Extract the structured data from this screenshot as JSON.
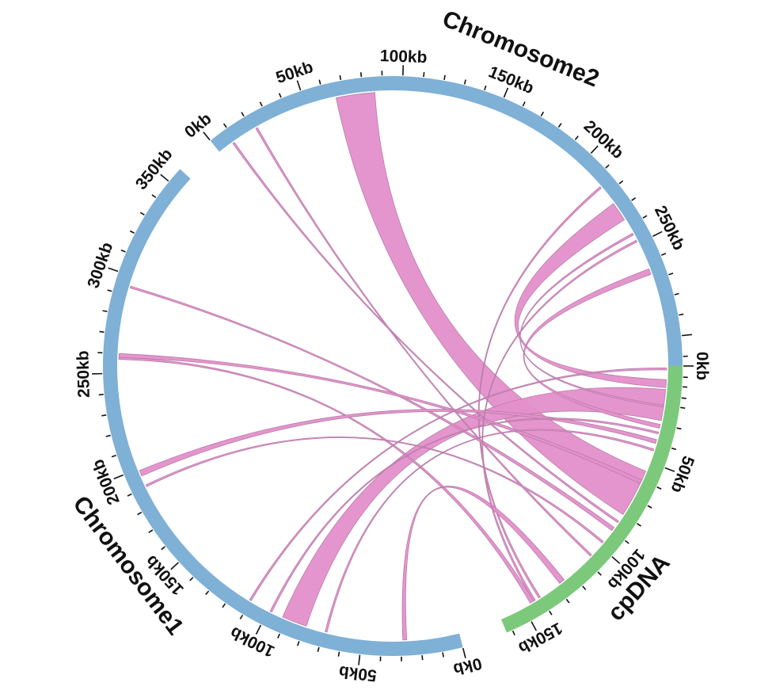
{
  "chart_data": {
    "type": "circos",
    "title": "",
    "center": [
      496,
      462
    ],
    "outer_radius": 366,
    "band_width": 18,
    "degrees_per_kb": 0.41,
    "tick_minor_kb": 10,
    "tick_major_kb": 50,
    "link_color": "#e48fca",
    "segments": [
      {
        "name": "Chromosome2",
        "start_angle": 321,
        "length_kb": 330,
        "color": "#7fb0d6",
        "labels": [
          "0kb",
          "50kb",
          "100kb",
          "150kb",
          "200kb",
          "250kb"
        ]
      },
      {
        "name": "cpDNA",
        "start_angle": 90,
        "length_kb": 163,
        "color": "#7cc97c",
        "labels": [
          "0kb",
          "50kb",
          "100kb",
          "150kb"
        ]
      },
      {
        "name": "Chromosome1",
        "start_angle": 166,
        "length_kb": 358,
        "color": "#7fb0d6",
        "labels": [
          "0kb",
          "50kb",
          "100kb",
          "150kb",
          "200kb",
          "250kb",
          "300kb",
          "350kb"
        ]
      }
    ],
    "chrom_labels": [
      {
        "text": "Chromosome2",
        "angle": 22,
        "r": 430
      },
      {
        "text": "cpDNA",
        "angle": 132,
        "r": 420
      },
      {
        "text": "Chromosome1",
        "angle": 233,
        "r": 420
      }
    ],
    "links": [
      {
        "a": [
          "Chromosome2",
          66,
          86
        ],
        "b": [
          "cpDNA",
          55,
          80
        ]
      },
      {
        "a": [
          "Chromosome2",
          226,
          236
        ],
        "b": [
          "cpDNA",
          7,
          11
        ]
      },
      {
        "a": [
          "cpDNA",
          12,
          28
        ],
        "b": [
          "Chromosome1",
          79,
          92
        ]
      },
      {
        "a": [
          "Chromosome2",
          264,
          267
        ],
        "b": [
          "cpDNA",
          30,
          32
        ]
      },
      {
        "a": [
          "Chromosome2",
          215,
          216
        ],
        "b": [
          "cpDNA",
          140,
          141
        ]
      },
      {
        "a": [
          "Chromosome2",
          8,
          9
        ],
        "b": [
          "cpDNA",
          84,
          85
        ]
      },
      {
        "a": [
          "Chromosome2",
          22,
          23
        ],
        "b": [
          "cpDNA",
          106,
          107
        ]
      },
      {
        "a": [
          "Chromosome1",
          294,
          295
        ],
        "b": [
          "cpDNA",
          88,
          90
        ]
      },
      {
        "a": [
          "Chromosome1",
          258,
          260
        ],
        "b": [
          "cpDNA",
          60,
          62
        ]
      },
      {
        "a": [
          "Chromosome1",
          257,
          258
        ],
        "b": [
          "cpDNA",
          144,
          146
        ]
      },
      {
        "a": [
          "Chromosome1",
          196,
          199
        ],
        "b": [
          "cpDNA",
          38,
          40
        ]
      },
      {
        "a": [
          "Chromosome1",
          190,
          191
        ],
        "b": [
          "cpDNA",
          97,
          98
        ]
      },
      {
        "a": [
          "Chromosome1",
          110,
          111
        ],
        "b": [
          "cpDNA",
          1,
          2
        ]
      },
      {
        "a": [
          "Chromosome1",
          98,
          99
        ],
        "b": [
          "cpDNA",
          34,
          35
        ]
      },
      {
        "a": [
          "Chromosome1",
          68,
          69
        ],
        "b": [
          "cpDNA",
          43,
          44
        ]
      },
      {
        "a": [
          "Chromosome1",
          27,
          29
        ],
        "b": [
          "cpDNA",
          125,
          128
        ]
      },
      {
        "a": [
          "Chromosome2",
          244,
          245
        ],
        "b": [
          "cpDNA",
          20,
          21
        ]
      },
      {
        "a": [
          "Chromosome2",
          248,
          249
        ],
        "b": [
          "cpDNA",
          143,
          144
        ]
      }
    ]
  }
}
